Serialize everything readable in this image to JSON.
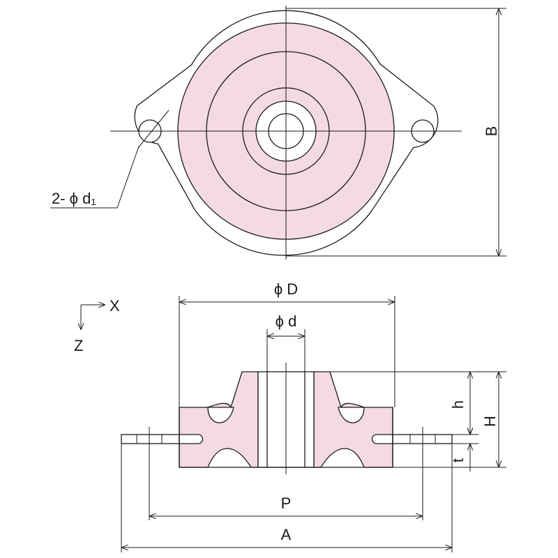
{
  "colors": {
    "rubber": "#f4dae4",
    "line": "#1a1a1a",
    "background": "#ffffff"
  },
  "top_view": {
    "label_bolt_holes": "2- ϕ d₁",
    "label_height_B": "B"
  },
  "side_view": {
    "label_outer_diameter": "ϕ D",
    "label_inner_diameter": "ϕ d",
    "label_rubber_height": "h",
    "label_total_height": "H",
    "label_plate_thickness": "t",
    "label_pitch": "P",
    "label_overall_length": "A"
  },
  "axes": {
    "x_label": "X",
    "z_label": "Z"
  }
}
